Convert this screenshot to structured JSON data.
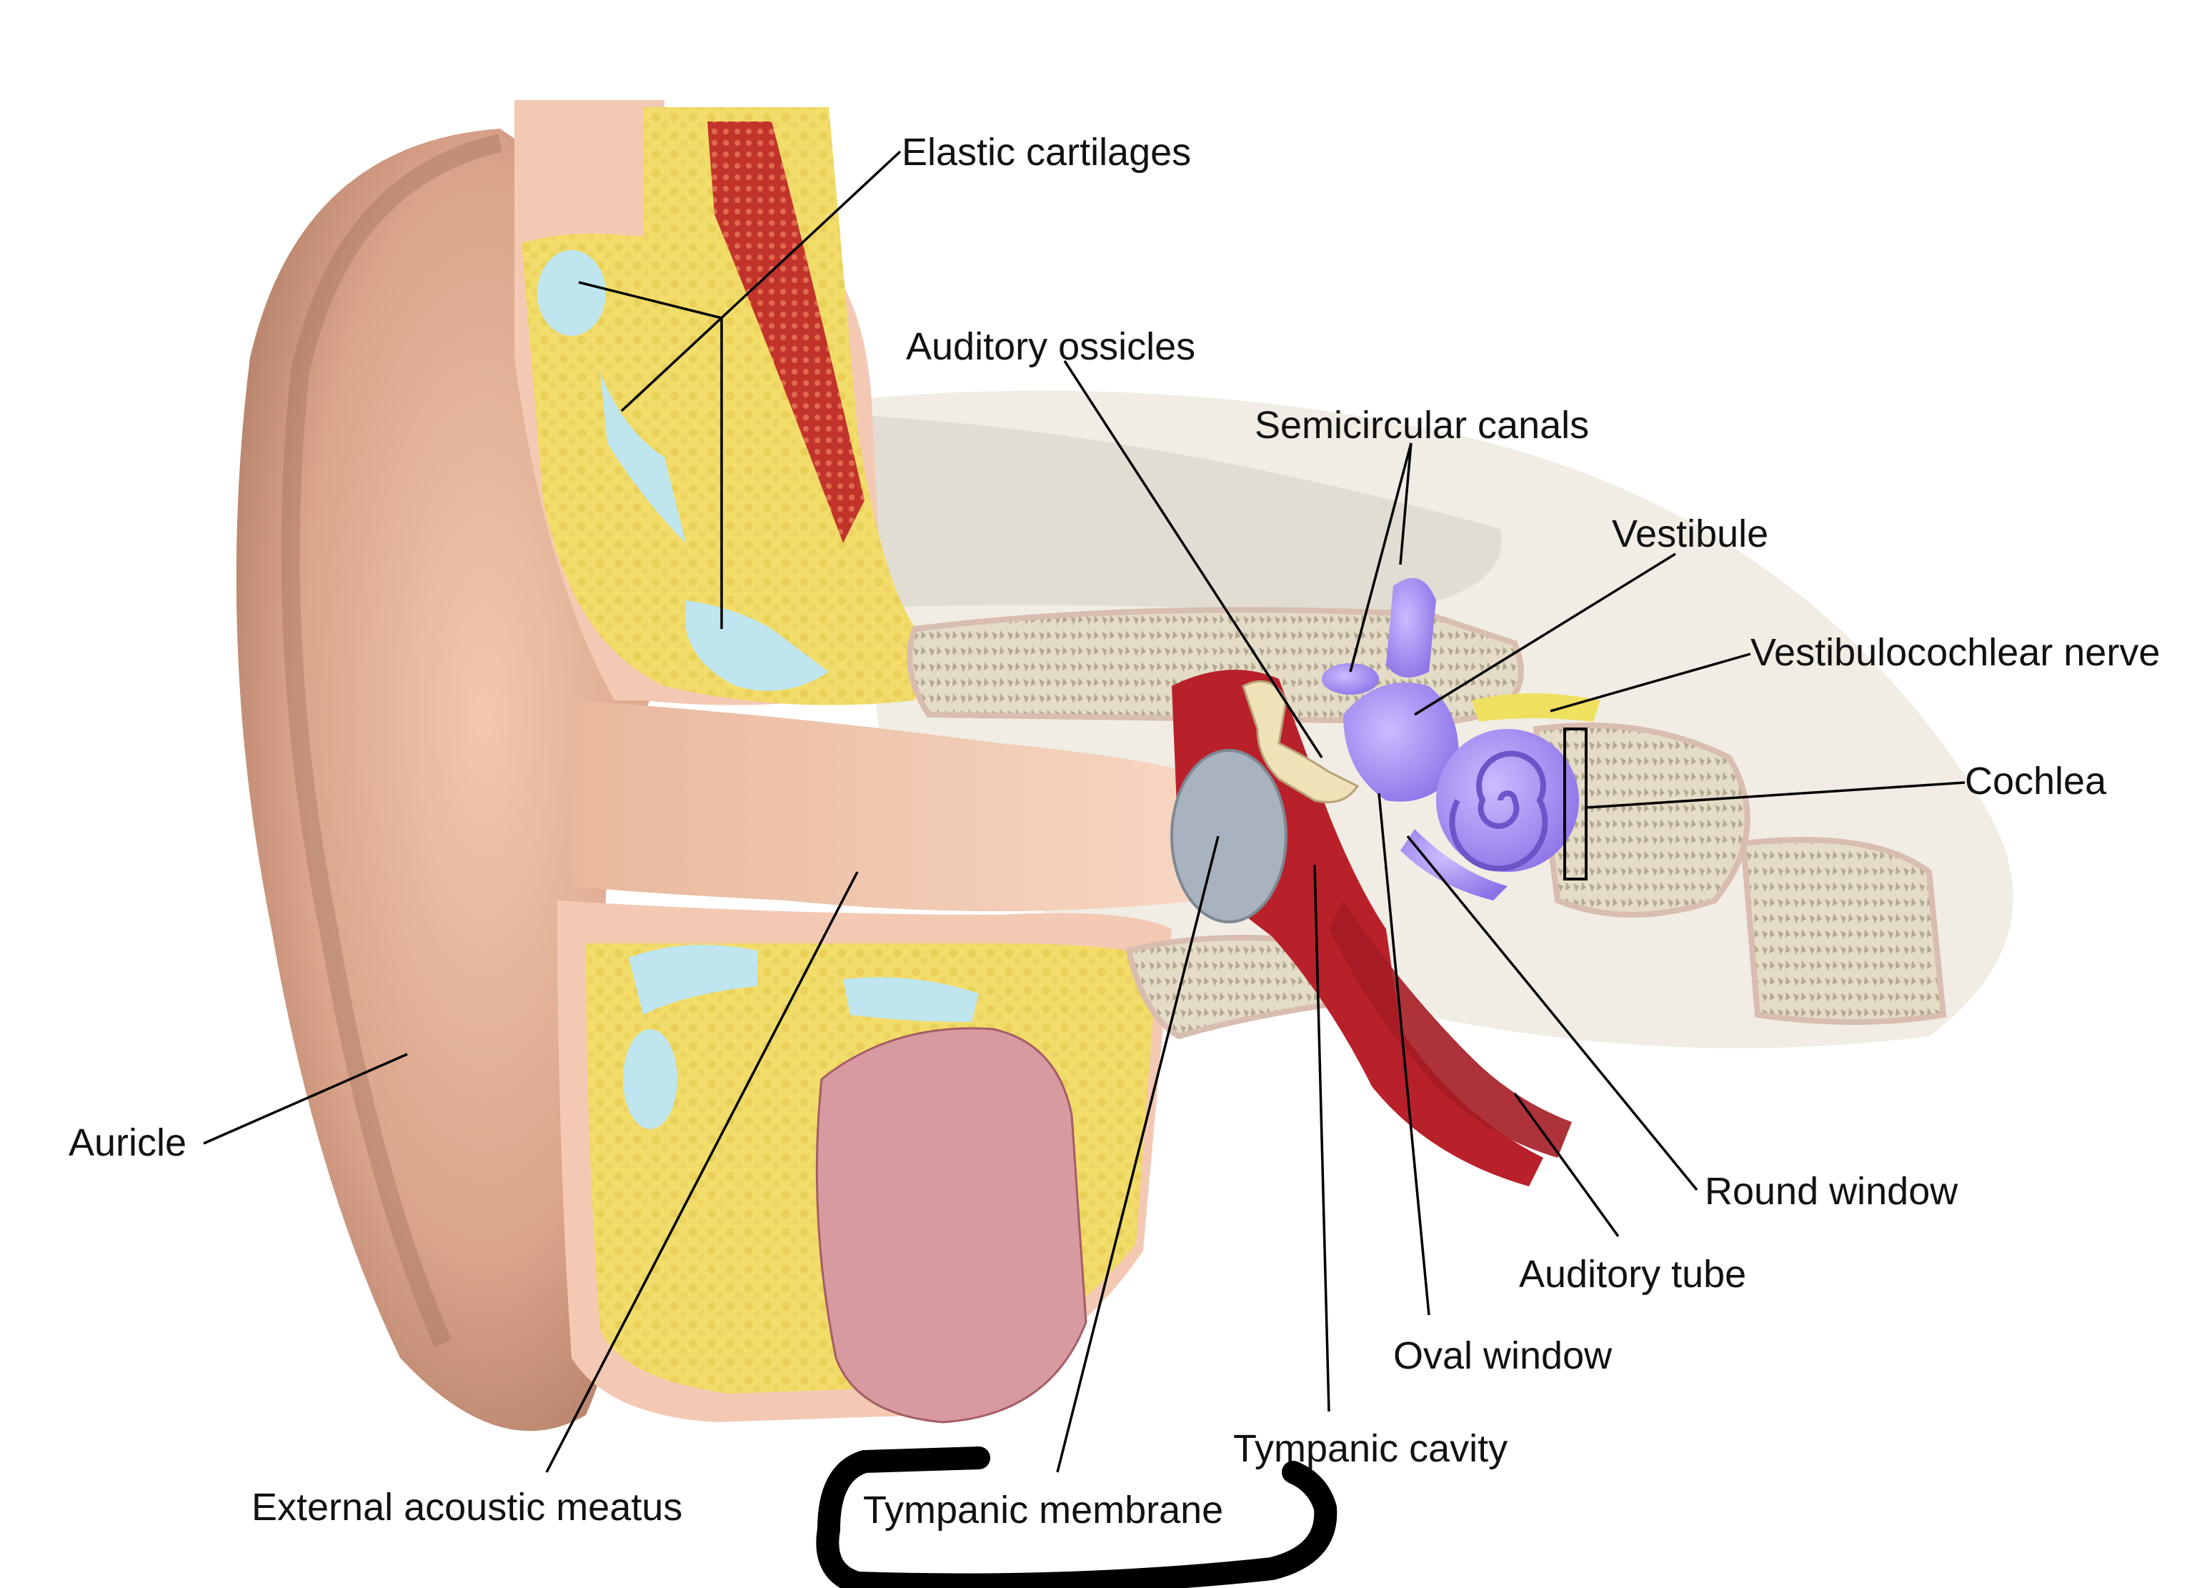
{
  "diagram": {
    "labels": {
      "elastic_cartilages": "Elastic cartilages",
      "auditory_ossicles": "Auditory ossicles",
      "semicircular_canals": "Semicircular canals",
      "vestibule": "Vestibule",
      "vestibulocochlear_nerve": "Vestibulocochlear nerve",
      "cochlea": "Cochlea",
      "auricle": "Auricle",
      "round_window": "Round window",
      "auditory_tube": "Auditory tube",
      "oval_window": "Oval window",
      "tympanic_cavity": "Tympanic cavity",
      "external_acoustic_meatus": "External acoustic meatus",
      "tympanic_membrane": "Tympanic membrane"
    },
    "colors": {
      "skin": "#d9a48a",
      "cartilage_yellow": "#f2dc6a",
      "cartilage_blue": "#bfe6ef",
      "bone": "#d8cfb8",
      "muscle_red": "#b8202a",
      "inner_ear_purple": "#a58ef2",
      "gland_pink": "#d79aa0",
      "nerve_yellow": "#f0e060",
      "marker_black": "#000000"
    }
  }
}
